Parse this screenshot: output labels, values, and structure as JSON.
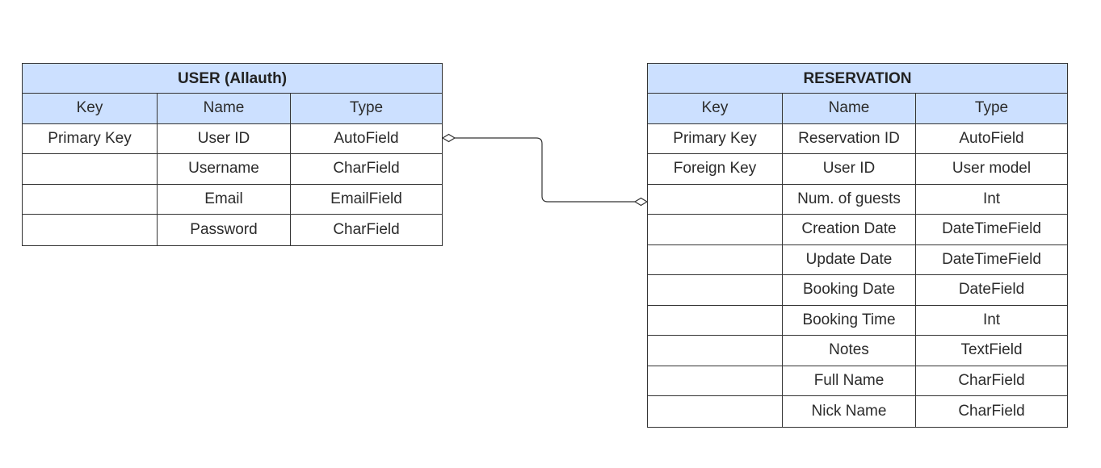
{
  "user_table": {
    "title": "USER (Allauth)",
    "columns": [
      "Key",
      "Name",
      "Type"
    ],
    "rows": [
      {
        "key": "Primary Key",
        "name": "User ID",
        "type": "AutoField"
      },
      {
        "key": "",
        "name": "Username",
        "type": "CharField"
      },
      {
        "key": "",
        "name": "Email",
        "type": "EmailField"
      },
      {
        "key": "",
        "name": "Password",
        "type": "CharField"
      }
    ]
  },
  "reservation_table": {
    "title": "RESERVATION",
    "columns": [
      "Key",
      "Name",
      "Type"
    ],
    "rows": [
      {
        "key": "Primary Key",
        "name": "Reservation ID",
        "type": "AutoField"
      },
      {
        "key": "Foreign Key",
        "name": "User ID",
        "type": "User model"
      },
      {
        "key": "",
        "name": "Num. of guests",
        "type": "Int"
      },
      {
        "key": "",
        "name": "Creation Date",
        "type": "DateTimeField"
      },
      {
        "key": "",
        "name": "Update Date",
        "type": "DateTimeField"
      },
      {
        "key": "",
        "name": "Booking Date",
        "type": "DateField"
      },
      {
        "key": "",
        "name": "Booking Time",
        "type": "Int"
      },
      {
        "key": "",
        "name": "Notes",
        "type": "TextField"
      },
      {
        "key": "",
        "name": "Full Name",
        "type": "CharField"
      },
      {
        "key": "",
        "name": "Nick Name",
        "type": "CharField"
      }
    ]
  },
  "colors": {
    "header_fill": "#cce0ff",
    "border": "#333333",
    "connector": "#333333"
  }
}
